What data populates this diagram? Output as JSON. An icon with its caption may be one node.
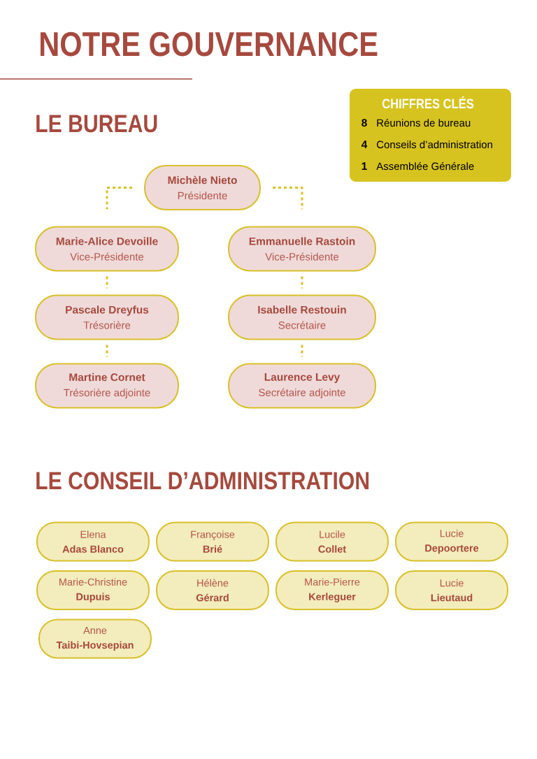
{
  "diagram": {
    "title": "NOTRE GOUVERNANCE",
    "nodes": [
      {
        "text": [
          "CHIFFRES CLÉS",
          "8",
          "Réunions de bureau",
          "4",
          "Conseils d’administration",
          "1",
          "Assemblée Générale"
        ]
      },
      {
        "text": [
          "Michèle Nieto",
          "Présidente"
        ]
      },
      {
        "text": [
          "Marie-Alice Devoille",
          "Vice-Présidente"
        ]
      },
      {
        "text": [
          "Emmanuelle Rastoin",
          "Vice-Présidente"
        ]
      },
      {
        "text": [
          "Pascale Dreyfus",
          "Trésorière"
        ]
      },
      {
        "text": [
          "Isabelle Restouin",
          "Secrétaire"
        ]
      },
      {
        "text": [
          "Martine Cornet",
          "Trésorière adjointe"
        ]
      },
      {
        "text": [
          "Laurence Levy",
          "Secrétaire adjointe"
        ]
      },
      {
        "text": [
          "Elena",
          "Adas Blanco"
        ]
      },
      {
        "text": [
          "Françoise",
          "Brié"
        ]
      },
      {
        "text": [
          "Lucile",
          "Collet"
        ]
      },
      {
        "text": [
          "Lucie",
          "Depoortere"
        ]
      },
      {
        "text": [
          "Marie-Christine",
          "Dupuis"
        ]
      },
      {
        "text": [
          "Hélène",
          "Gérard"
        ]
      },
      {
        "text": [
          "Marie-Pierre",
          "Kerleguer"
        ]
      },
      {
        "text": [
          "Lucie",
          "Lieutaud"
        ]
      },
      {
        "text": [
          "Anne",
          "Taibi-Hovsepian"
        ]
      }
    ],
    "edges": [
      {
        "from": 1,
        "to": 2,
        "arrow": "none"
      },
      {
        "from": 1,
        "to": 3,
        "arrow": "none"
      },
      {
        "from": 2,
        "to": 4,
        "arrow": "none"
      },
      {
        "from": 4,
        "to": 6,
        "arrow": "none"
      },
      {
        "from": 3,
        "to": 5,
        "arrow": "none"
      },
      {
        "from": 5,
        "to": 7,
        "arrow": "none"
      }
    ],
    "labels": [
      "LE BUREAU",
      "LE CONSEIL D’ADMINISTRATION"
    ]
  }
}
